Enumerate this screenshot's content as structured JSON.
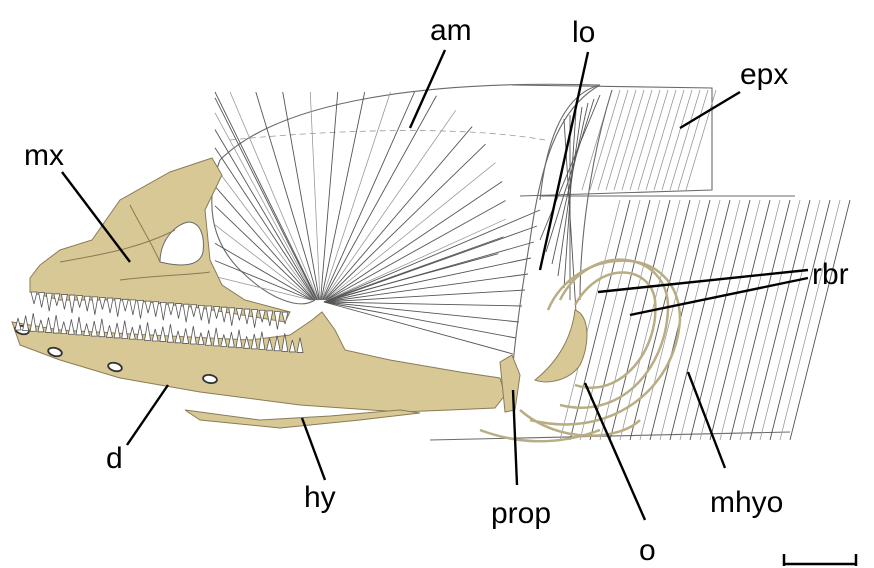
{
  "colors": {
    "bone": "#d7c896",
    "muscle_fiber": "#555555",
    "leader": "#000000",
    "background": "#ffffff"
  },
  "labels": {
    "am": "am",
    "lo": "lo",
    "epx": "epx",
    "mx": "mx",
    "rbr": "rbr",
    "d": "d",
    "hy": "hy",
    "prop": "prop",
    "o": "o",
    "mhyo": "mhyo"
  },
  "scale_bar": {
    "icon": "scale-bar"
  }
}
